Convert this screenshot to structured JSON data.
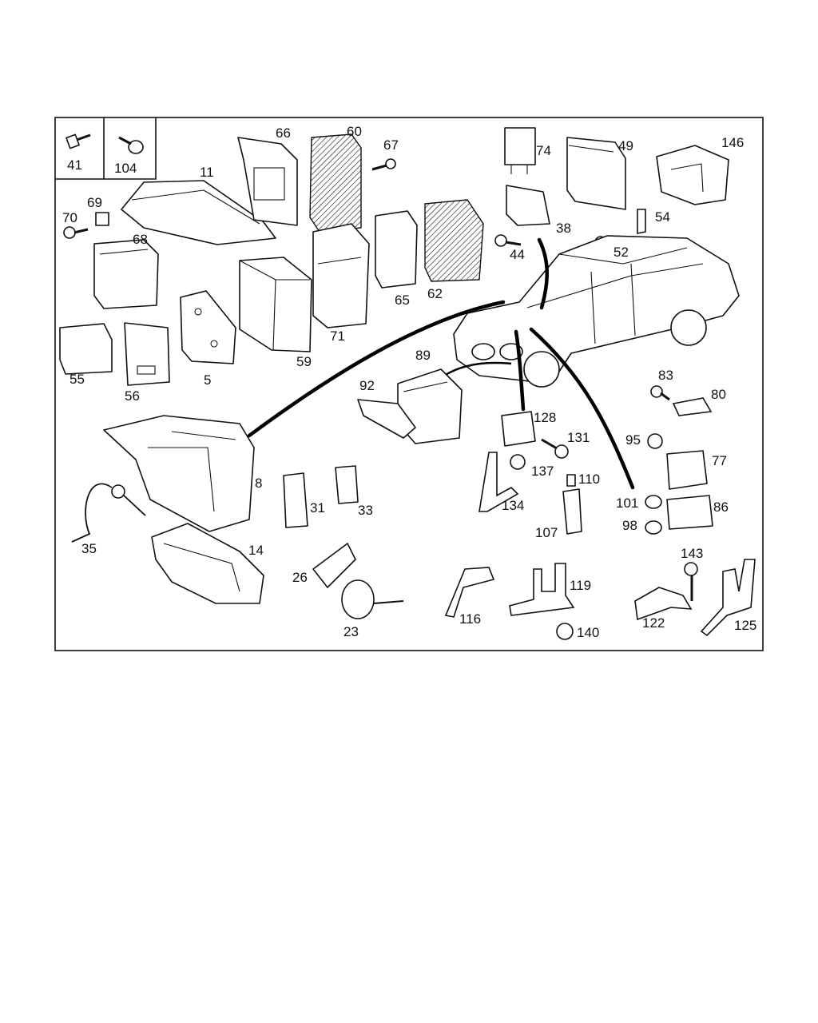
{
  "labels": {
    "p41": "41",
    "p104": "104",
    "p11": "11",
    "p66": "66",
    "p60": "60",
    "p67": "67",
    "p74": "74",
    "p49": "49",
    "p146": "146",
    "p69": "69",
    "p70": "70",
    "p68": "68",
    "p38": "38",
    "p54": "54",
    "p44": "44",
    "p52": "52",
    "p65": "65",
    "p62": "62",
    "p71": "71",
    "p59": "59",
    "p5": "5",
    "p55": "55",
    "p56": "56",
    "p89": "89",
    "p92": "92",
    "p83": "83",
    "p80": "80",
    "p8": "8",
    "p128": "128",
    "p131": "131",
    "p95": "95",
    "p77": "77",
    "p137": "137",
    "p110": "110",
    "p101": "101",
    "p86": "86",
    "p31": "31",
    "p33": "33",
    "p134": "134",
    "p98": "98",
    "p107": "107",
    "p35": "35",
    "p14": "14",
    "p26": "26",
    "p143": "143",
    "p119": "119",
    "p116": "116",
    "p122": "122",
    "p125": "125",
    "p23": "23",
    "p140": "140"
  }
}
